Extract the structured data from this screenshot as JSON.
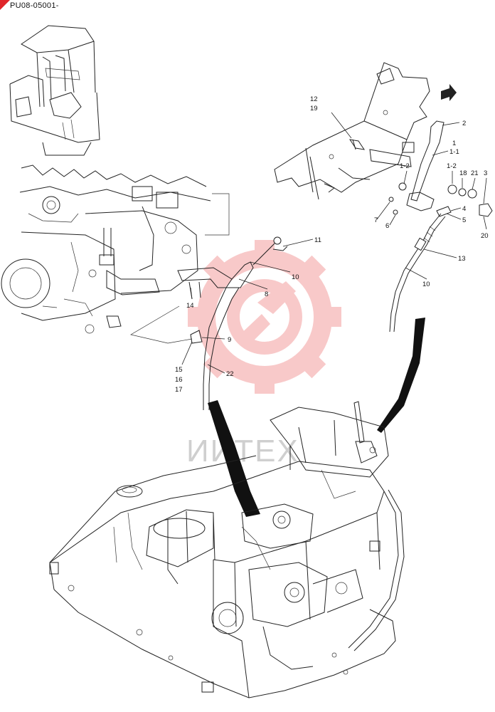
{
  "document": {
    "code": "PU08-05001-",
    "watermark_text": "ИИТЕХ",
    "accent_color": "#e0262a",
    "watermark_color": "#f08a8a"
  },
  "callouts": [
    {
      "id": "c12",
      "label": "12"
    },
    {
      "id": "c19",
      "label": "19"
    },
    {
      "id": "c2",
      "label": "2"
    },
    {
      "id": "c1",
      "label": "1"
    },
    {
      "id": "c1-1",
      "label": "1-1"
    },
    {
      "id": "c1-2a",
      "label": "1-2"
    },
    {
      "id": "c1-2b",
      "label": "1-2"
    },
    {
      "id": "c18",
      "label": "18"
    },
    {
      "id": "c21",
      "label": "21"
    },
    {
      "id": "c3",
      "label": "3"
    },
    {
      "id": "c4",
      "label": "4"
    },
    {
      "id": "c5",
      "label": "5"
    },
    {
      "id": "c7",
      "label": "7"
    },
    {
      "id": "c6",
      "label": "6"
    },
    {
      "id": "c20",
      "label": "20"
    },
    {
      "id": "c11",
      "label": "11"
    },
    {
      "id": "c10a",
      "label": "10"
    },
    {
      "id": "c10b",
      "label": "10"
    },
    {
      "id": "c13",
      "label": "13"
    },
    {
      "id": "c8",
      "label": "8"
    },
    {
      "id": "c14",
      "label": "14"
    },
    {
      "id": "c9",
      "label": "9"
    },
    {
      "id": "c15",
      "label": "15"
    },
    {
      "id": "c16",
      "label": "16"
    },
    {
      "id": "c17",
      "label": "17"
    },
    {
      "id": "c22",
      "label": "22"
    }
  ]
}
